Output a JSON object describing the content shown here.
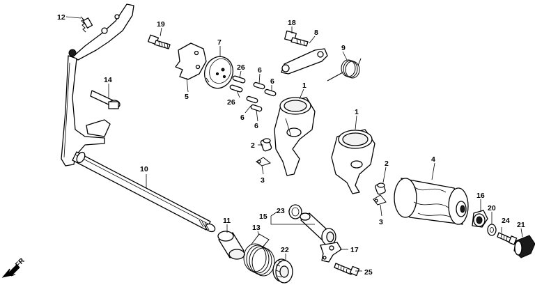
{
  "callouts": {
    "c12": "12",
    "c19": "19",
    "c7": "7",
    "c18": "18",
    "c8": "8",
    "c9": "9",
    "c14": "14",
    "c26a": "26",
    "c6a": "6",
    "c6b": "6",
    "c26b": "26",
    "c5": "5",
    "c1a": "1",
    "c6c": "6",
    "c6d": "6",
    "c2a": "2",
    "c3a": "3",
    "c1b": "1",
    "c10": "10",
    "c4": "4",
    "c2b": "2",
    "c3b": "3",
    "c16": "16",
    "c20": "20",
    "c24": "24",
    "c21": "21",
    "c15": "15",
    "c23": "23",
    "c11": "11",
    "c13": "13",
    "c17": "17",
    "c22": "22",
    "c25": "25"
  },
  "direction": {
    "label": "FR"
  }
}
